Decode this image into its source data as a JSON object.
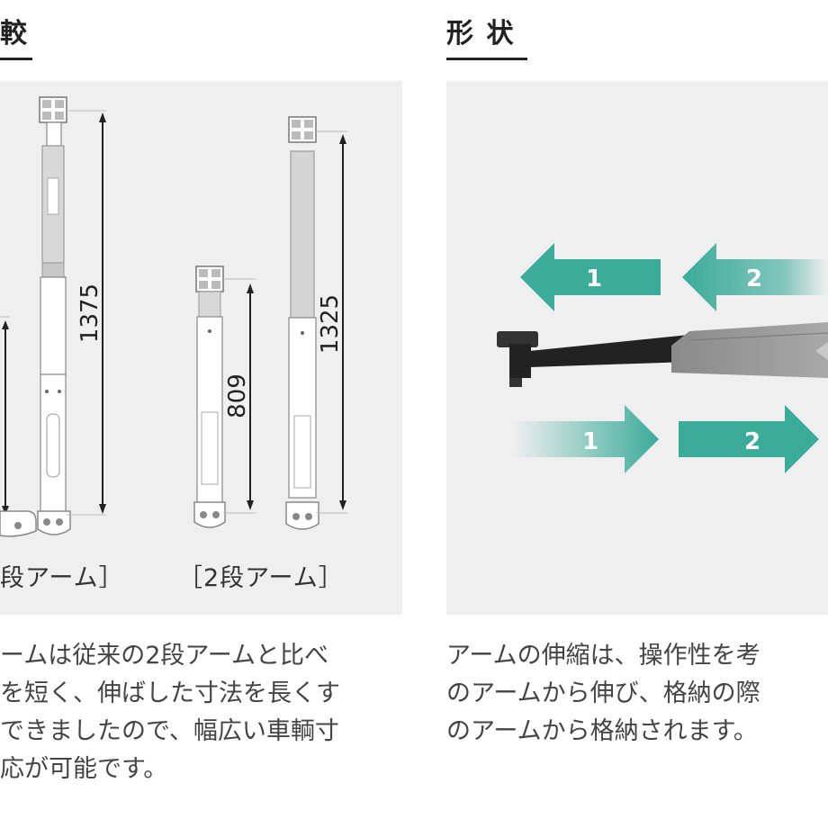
{
  "left_section": {
    "heading": "較",
    "captions": [
      "段アーム］",
      "［2段アーム］"
    ],
    "dimensions": [
      "1375",
      "809",
      "1325"
    ],
    "body_lines": [
      "ームは従来の2段アームと比べ",
      "を短く、伸ばした寸法を長くす",
      "できましたので、幅広い車輌寸",
      "応が可能です。"
    ]
  },
  "right_section": {
    "heading": "形 状",
    "arrows_top": [
      "1",
      "2"
    ],
    "arrows_bottom": [
      "1",
      "2"
    ],
    "body_lines": [
      "アームの伸縮は、操作性を考",
      "のアームから伸び、格納の際",
      "のアームから格納されます。"
    ]
  },
  "colors": {
    "arrow_teal": "#3bab9a",
    "panel_bg": "#efefef",
    "heading_rule": "#222222"
  }
}
